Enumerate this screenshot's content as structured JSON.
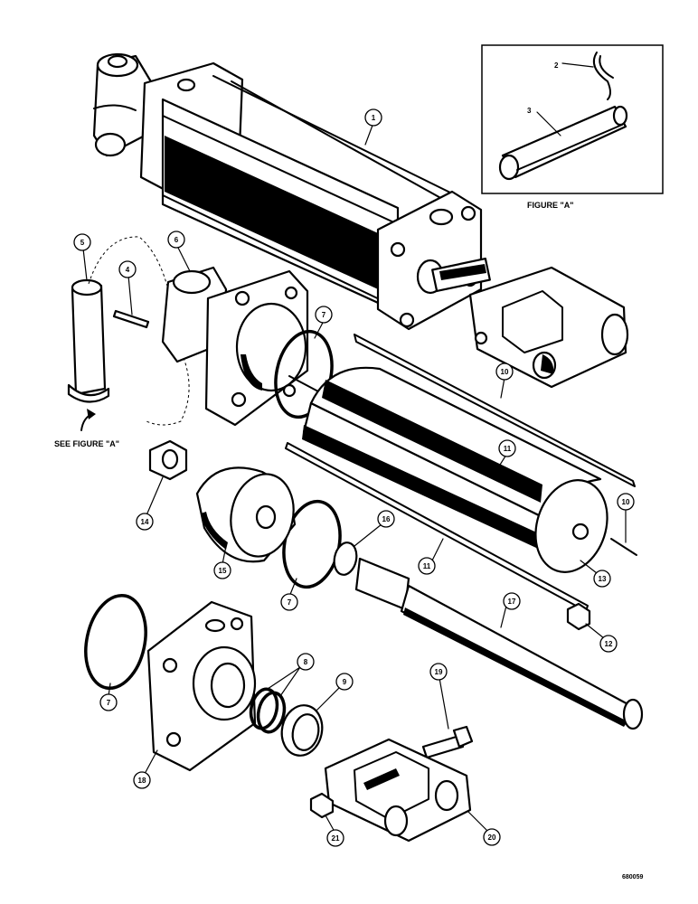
{
  "figure_a": {
    "caption": "FIGURE \"A\"",
    "callouts": [
      "2",
      "3"
    ]
  },
  "see_figure_note": "SEE FIGURE \"A\"",
  "drawing_number": "680059",
  "callouts": [
    "1",
    "4",
    "5",
    "6",
    "7",
    "7",
    "7",
    "8",
    "9",
    "10",
    "10",
    "11",
    "11",
    "12",
    "13",
    "14",
    "15",
    "16",
    "17",
    "18",
    "19",
    "20",
    "21"
  ]
}
